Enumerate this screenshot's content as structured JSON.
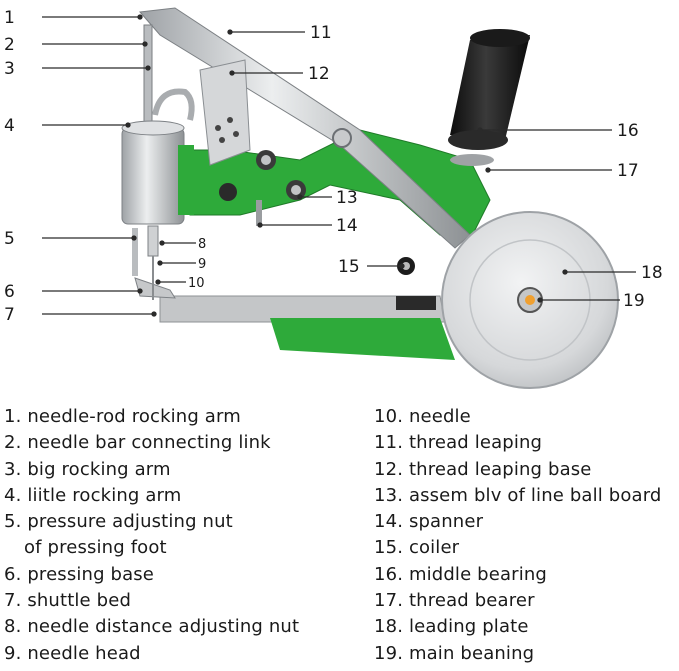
{
  "callouts": {
    "c1": "1",
    "c2": "2",
    "c3": "3",
    "c4": "4",
    "c5": "5",
    "c6": "6",
    "c7": "7",
    "c8": "8",
    "c9": "9",
    "c10": "10",
    "c11": "11",
    "c12": "12",
    "c13": "13",
    "c14": "14",
    "c15": "15",
    "c16": "16",
    "c17": "17",
    "c18": "18",
    "c19": "19"
  },
  "legend": {
    "left": [
      "1. needle-rod rocking arm",
      "2. needle bar connecting link",
      "3. big rocking arm",
      "4. liitle rocking arm",
      "5. pressure adjusting nut",
      "of pressing foot",
      "6. pressing base",
      "7. shuttle bed",
      "8. needle distance adjusting nut",
      "9. needle head"
    ],
    "right": [
      "10. needle",
      "11. thread leaping",
      "12. thread leaping base",
      "13. assem blv of line ball board",
      "14. spanner",
      "15. coiler",
      "16. middle bearing",
      "17. thread bearer",
      "18. leading plate",
      "19. main beaning"
    ]
  },
  "colors": {
    "machine_green": "#2eaa3a",
    "metal": "#c9cbcd",
    "dark": "#1b1b1b"
  }
}
